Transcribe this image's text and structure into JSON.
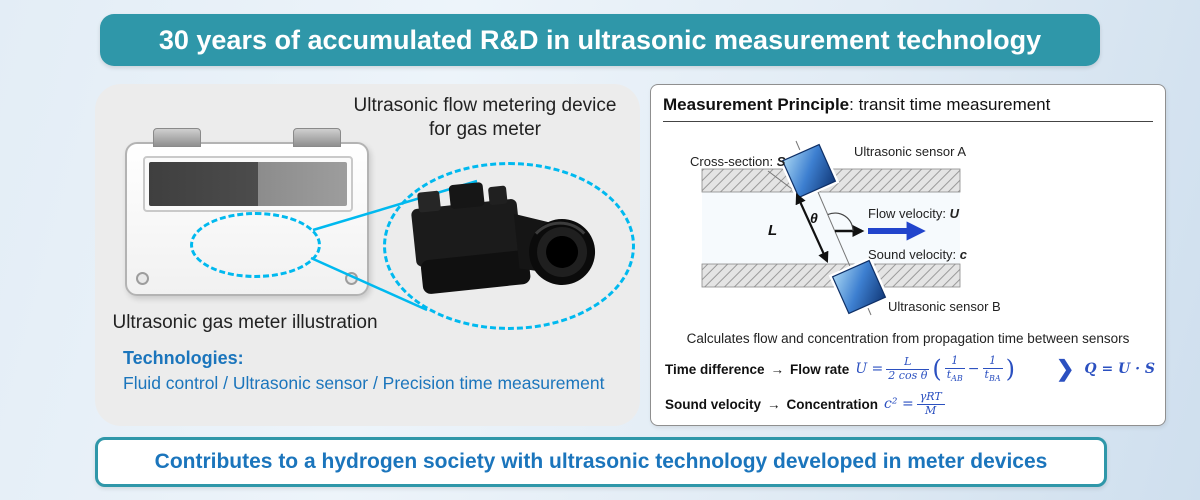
{
  "colors": {
    "teal_banner": "#2f97a9",
    "blue_text": "#1b75bc",
    "formula_blue": "#2b50c0",
    "cyan_dash": "#00b9ef",
    "sensor_blue": "#3d7fd0",
    "panel_gray": "#ececec"
  },
  "top_banner": {
    "text": "30 years of accumulated R&D in ultrasonic measurement technology"
  },
  "left": {
    "device_label_line1": "Ultrasonic flow metering device",
    "device_label_line2": "for gas meter",
    "meter_caption": "Ultrasonic gas meter illustration",
    "tech_heading": "Technologies:",
    "tech_list": "Fluid control / Ultrasonic sensor / Precision time measurement"
  },
  "right": {
    "title_bold": "Measurement Principle",
    "title_rest": ": transit time measurement",
    "diagram": {
      "cross_section": "Cross-section: ",
      "cross_section_var": "S",
      "sensor_a": "Ultrasonic sensor A",
      "theta": "θ",
      "flow": "Flow velocity: ",
      "flow_var": "U",
      "len": "L",
      "sound": "Sound velocity: ",
      "sound_var": "c",
      "sensor_b": "Ultrasonic sensor B"
    },
    "description": "Calculates flow and concentration from propagation time between sensors",
    "row1": {
      "label": "Time difference",
      "arrow": "→",
      "result": "Flow rate"
    },
    "row2": {
      "label": "Sound velocity",
      "arrow": "→",
      "result": "Concentration"
    },
    "formula_u": {
      "lhs": "U = ",
      "f1num": "L",
      "f1den": "2 cos θ",
      "open": "(",
      "f2num": "1",
      "f2den": "t",
      "f2sub": "AB",
      "minus": "−",
      "f3num": "1",
      "f3den": "t",
      "f3sub": "BA",
      "close": ")"
    },
    "chevron": "❯",
    "formula_q": "Q = U · S",
    "formula_c": {
      "lhs": "c² = ",
      "num": "γRT",
      "den": "M"
    }
  },
  "bottom_banner": {
    "text": "Contributes to a hydrogen society with ultrasonic technology developed in meter devices"
  }
}
